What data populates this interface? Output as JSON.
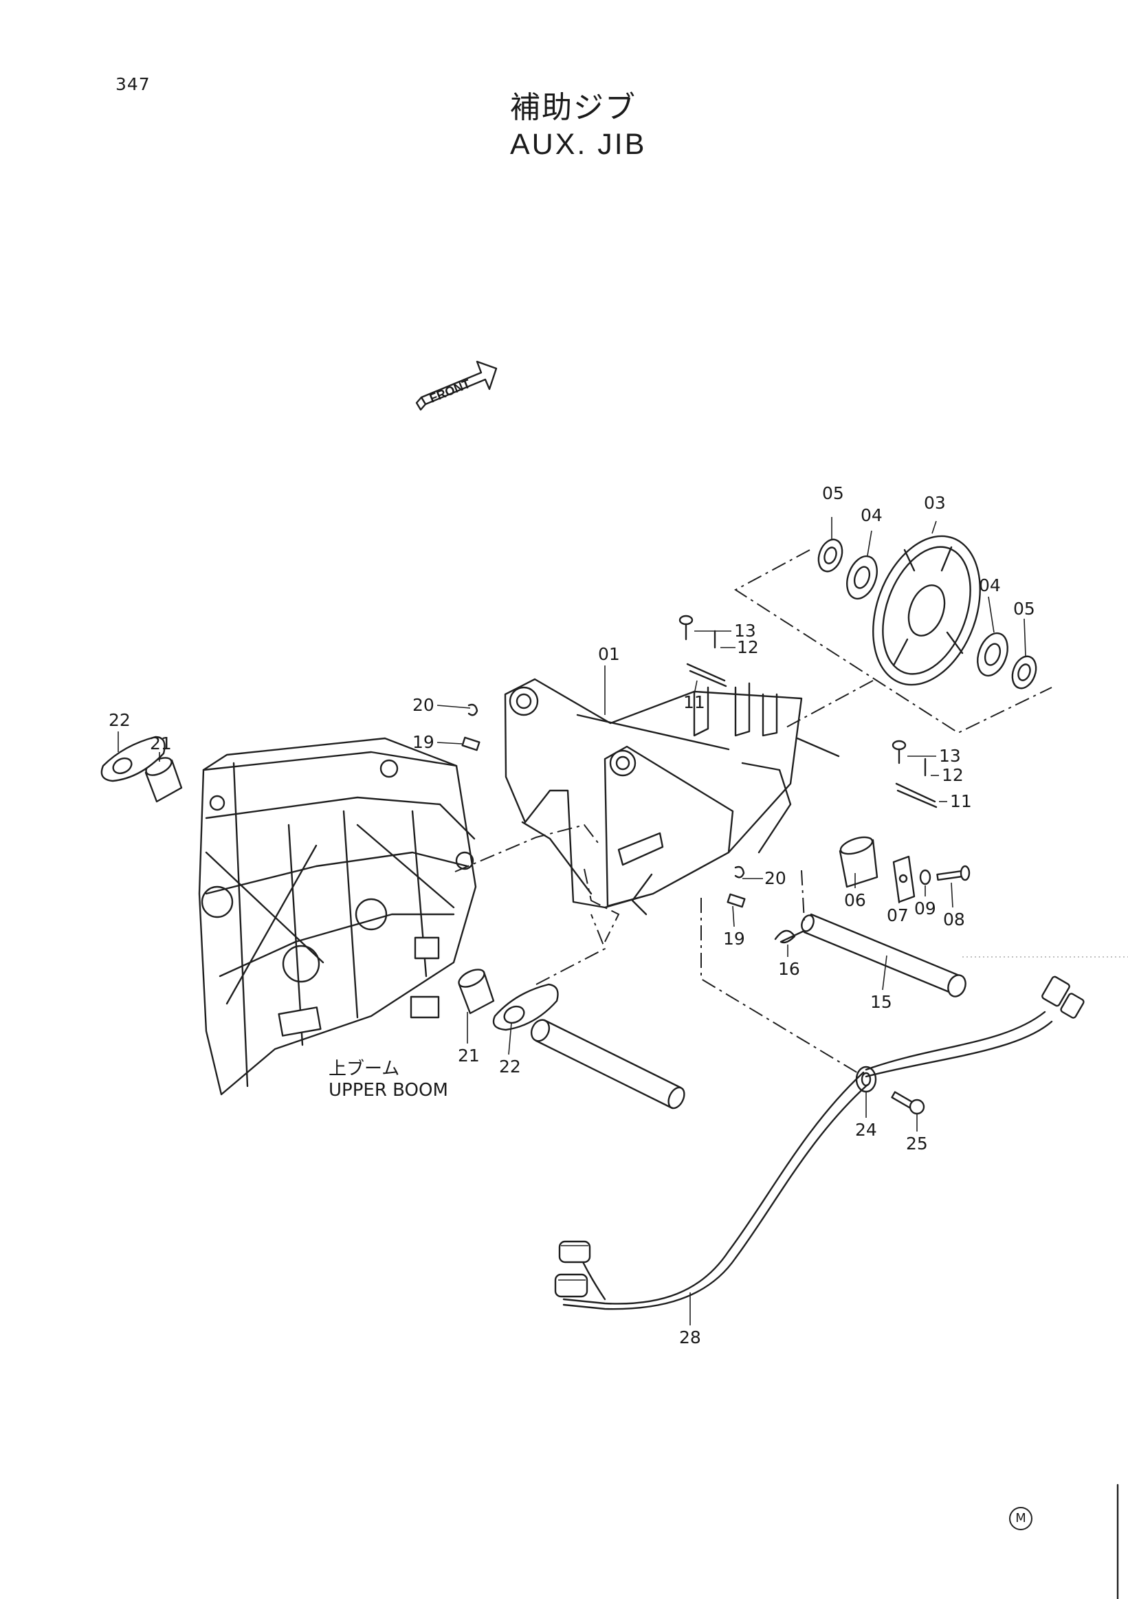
{
  "page": {
    "number": "347",
    "title_ja": "補助ジブ",
    "title_en": "AUX. JIB",
    "front_label": "FRONT",
    "boom_label_ja": "上ブーム",
    "boom_label_en": "UPPER BOOM",
    "mark": "M"
  },
  "callouts": [
    "05",
    "04",
    "03",
    "04",
    "05",
    "13",
    "12",
    "01",
    "11",
    "20",
    "19",
    "22",
    "21",
    "13",
    "12",
    "11",
    "06",
    "20",
    "07",
    "09",
    "08",
    "19",
    "16",
    "15",
    "21",
    "22",
    "24",
    "25",
    "28"
  ]
}
